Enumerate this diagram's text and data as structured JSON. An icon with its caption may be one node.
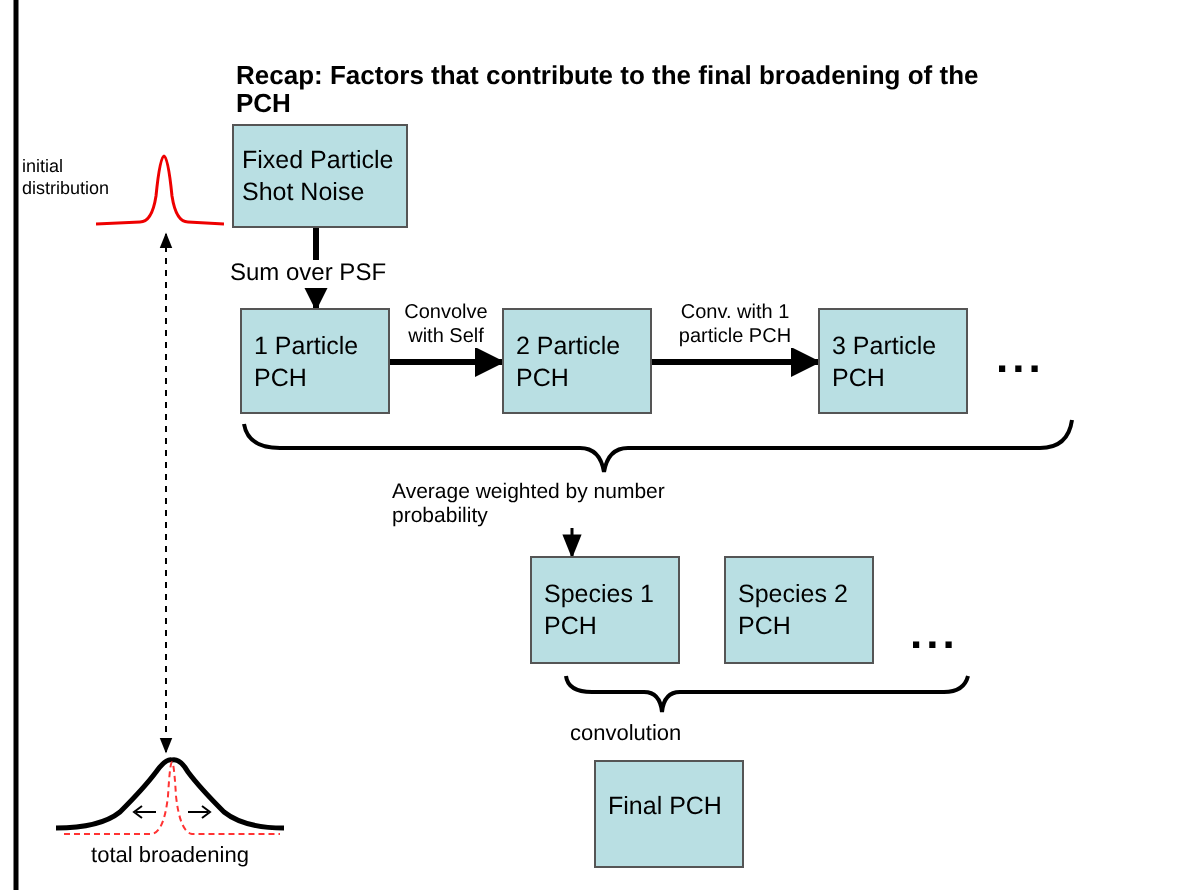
{
  "diagram": {
    "title": "Recap: Factors that contribute to the final broadening of the PCH",
    "nodes": [
      {
        "text": [
          "Fixed Particle Shot Noise"
        ]
      },
      {
        "text": [
          "1 Particle PCH"
        ]
      },
      {
        "text": [
          "2 Particle PCH"
        ]
      },
      {
        "text": [
          "3 Particle PCH"
        ],
        "beside": [
          "..."
        ]
      },
      {
        "text": [
          "Species 1 PCH"
        ]
      },
      {
        "text": [
          "Species 2 PCH"
        ],
        "beside": [
          "..."
        ]
      },
      {
        "text": [
          "Final PCH"
        ]
      },
      {
        "text": [],
        "shape": "picture",
        "beside": [
          "initial distribution"
        ]
      },
      {
        "text": [],
        "shape": "picture",
        "beside": [
          "total broadening"
        ]
      }
    ],
    "edges": [
      {
        "from": 0,
        "to": 1,
        "arrow": "to",
        "label": "Sum over PSF"
      },
      {
        "from": 1,
        "to": 2,
        "arrow": "to",
        "label": "Convolve with Self"
      },
      {
        "from": 2,
        "to": 3,
        "arrow": "to",
        "label": "Conv. with 1 particle PCH"
      },
      {
        "from": null,
        "to": 4,
        "arrow": "to",
        "label": "Average weighted by number probability"
      },
      {
        "from": 7,
        "to": 8,
        "arrow": "both",
        "style": "dashed"
      }
    ],
    "labels": [
      "convolution"
    ]
  }
}
